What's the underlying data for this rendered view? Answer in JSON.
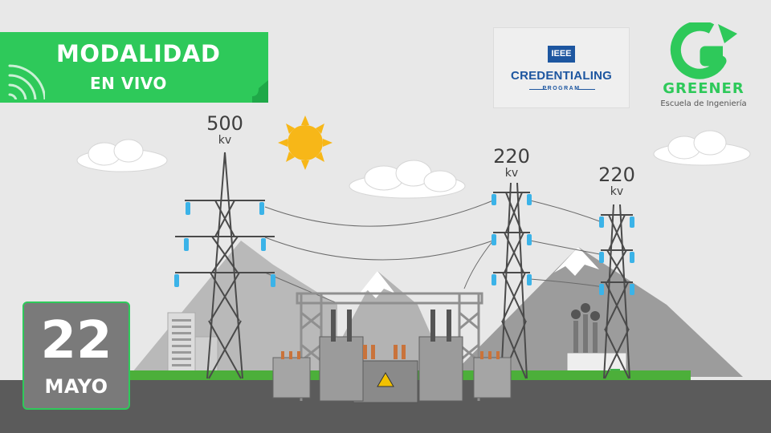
{
  "banner": {
    "line1": "MODALIDAD",
    "line2": "EN VIVO",
    "icon": "live-signal-icon",
    "color": "#2ec95a"
  },
  "date": {
    "day": "22",
    "month": "MAYO"
  },
  "ieee": {
    "mark": "IEEE",
    "line1": "CREDENTIALING",
    "line2": "PROGRAM",
    "color": "#1d56a0"
  },
  "greener": {
    "name": "GREENER",
    "tagline": "Escuela de Ingeniería",
    "color": "#2ec95a"
  },
  "towers": [
    {
      "voltage": "500",
      "unit": "kv"
    },
    {
      "voltage": "220",
      "unit": "kv"
    },
    {
      "voltage": "220",
      "unit": "kv"
    }
  ],
  "colors": {
    "background": "#e8e8e8",
    "ground": "#5b5b5b",
    "grass": "#4caf3a",
    "insulator": "#3bb3e8",
    "sun": "#f7b718"
  }
}
